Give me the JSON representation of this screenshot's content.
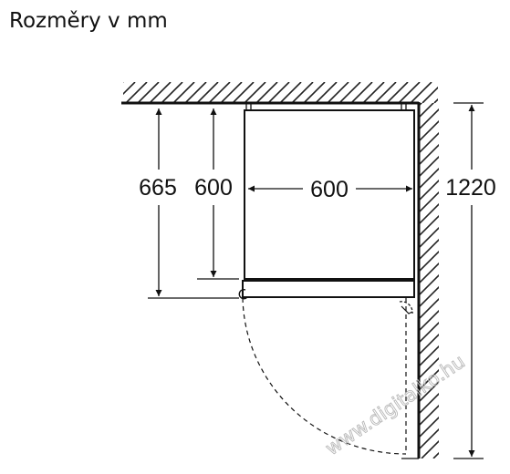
{
  "title": "Rozměry v mm",
  "dimensions": {
    "depth_total": "665",
    "depth_body": "600",
    "width": "600",
    "clearance": "1220"
  },
  "watermark": "www.digitalko.hu",
  "colors": {
    "line": "#111111",
    "hatch": "#222222",
    "watermark": "#b8b8b8"
  }
}
